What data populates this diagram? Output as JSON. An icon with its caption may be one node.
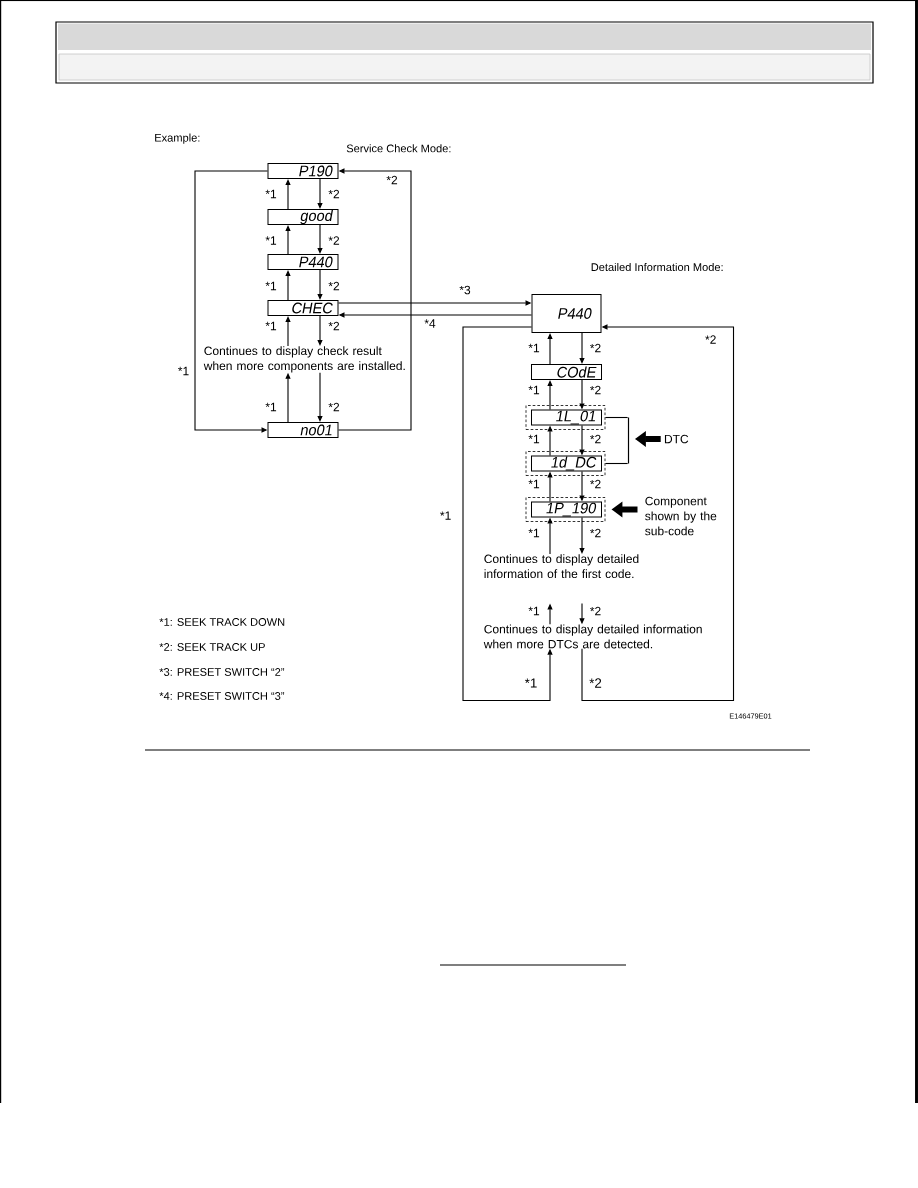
{
  "diagram": {
    "nodes": [
      {
        "text": [
          "P190"
        ]
      },
      {
        "text": [
          "good"
        ]
      },
      {
        "text": [
          "P440"
        ]
      },
      {
        "text": [
          "CHEC"
        ]
      },
      {
        "text": [
          "Continues to display check result when more components are installed."
        ]
      },
      {
        "text": [
          "no01"
        ]
      },
      {
        "text": [
          "P440"
        ]
      },
      {
        "text": [
          "COdE"
        ]
      },
      {
        "text": [],
        "shape": "box"
      },
      {
        "text": [
          "1L_01"
        ],
        "in": 8
      },
      {
        "text": [],
        "shape": "box"
      },
      {
        "text": [
          "1d_DC"
        ],
        "in": 10
      },
      {
        "text": [],
        "shape": "bar"
      },
      {
        "text": [
          "DTC"
        ]
      },
      {
        "text": [],
        "shape": "box"
      },
      {
        "text": [
          "1P_190"
        ],
        "in": 14
      },
      {
        "text": [
          "Component shown by the sub-code"
        ]
      },
      {
        "text": [
          "Continues to display detailed information of the first code."
        ]
      },
      {
        "text": [
          "Continues to display detailed information when more DTCs are detected."
        ]
      }
    ],
    "edges": [
      {
        "from": 1,
        "to": 0,
        "arrow": "to",
        "label": "*1"
      },
      {
        "from": 0,
        "to": 1,
        "arrow": "to",
        "label": "*2"
      },
      {
        "from": 2,
        "to": 1,
        "arrow": "to",
        "label": "*1"
      },
      {
        "from": 1,
        "to": 2,
        "arrow": "to",
        "label": "*2"
      },
      {
        "from": 3,
        "to": 2,
        "arrow": "to",
        "label": "*1"
      },
      {
        "from": 2,
        "to": 3,
        "arrow": "to",
        "label": "*2"
      },
      {
        "from": 4,
        "to": 3,
        "arrow": "to",
        "label": "*1"
      },
      {
        "from": 3,
        "to": 4,
        "arrow": "to",
        "label": "*2"
      },
      {
        "from": 5,
        "to": 4,
        "arrow": "to",
        "label": "*1"
      },
      {
        "from": 4,
        "to": 5,
        "arrow": "to",
        "label": "*2"
      },
      {
        "from": 0,
        "to": 5,
        "arrow": "to",
        "label": "*1"
      },
      {
        "from": 5,
        "to": 0,
        "arrow": "to",
        "label": "*2"
      },
      {
        "from": 3,
        "to": 6,
        "arrow": "to",
        "label": "*3"
      },
      {
        "from": 6,
        "to": 3,
        "arrow": "to",
        "label": "*4"
      },
      {
        "from": 7,
        "to": 6,
        "arrow": "to",
        "label": "*1"
      },
      {
        "from": 6,
        "to": 7,
        "arrow": "to",
        "label": "*2"
      },
      {
        "from": 9,
        "to": 7,
        "arrow": "to",
        "label": "*1"
      },
      {
        "from": 7,
        "to": 9,
        "arrow": "to",
        "label": "*2"
      },
      {
        "from": 11,
        "to": 9,
        "arrow": "to",
        "label": "*1"
      },
      {
        "from": 9,
        "to": 11,
        "arrow": "to",
        "label": "*2"
      },
      {
        "from": 15,
        "to": 11,
        "arrow": "to",
        "label": "*1"
      },
      {
        "from": 11,
        "to": 15,
        "arrow": "to",
        "label": "*2"
      },
      {
        "from": 17,
        "to": 15,
        "arrow": "to",
        "label": "*1"
      },
      {
        "from": 15,
        "to": 17,
        "arrow": "to",
        "label": "*2"
      },
      {
        "from": 18,
        "to": null,
        "arrow": "to",
        "label": "*1"
      },
      {
        "from": null,
        "to": 18,
        "arrow": "to",
        "label": "*2"
      },
      {
        "from": 6,
        "to": 18,
        "arrow": "to",
        "label": "*1"
      },
      {
        "from": 18,
        "to": 6,
        "arrow": "to",
        "label": "*2"
      },
      {
        "from": 13,
        "to": 12,
        "arrow": "to",
        "style": "thick"
      },
      {
        "from": 16,
        "to": 14,
        "arrow": "to",
        "style": "thick"
      },
      {
        "from": 8,
        "to": 12,
        "arrow": "none"
      },
      {
        "from": 10,
        "to": 12,
        "arrow": "none"
      }
    ],
    "labels": [
      "Example:",
      "Service Check Mode:",
      "Detailed Information Mode:",
      "*1: SEEK TRACK DOWN",
      "*2: SEEK TRACK UP",
      "*3: PRESET SWITCH “2”",
      "*4: PRESET SWITCH “3”",
      "*1",
      "*2",
      "E146479E01"
    ]
  }
}
